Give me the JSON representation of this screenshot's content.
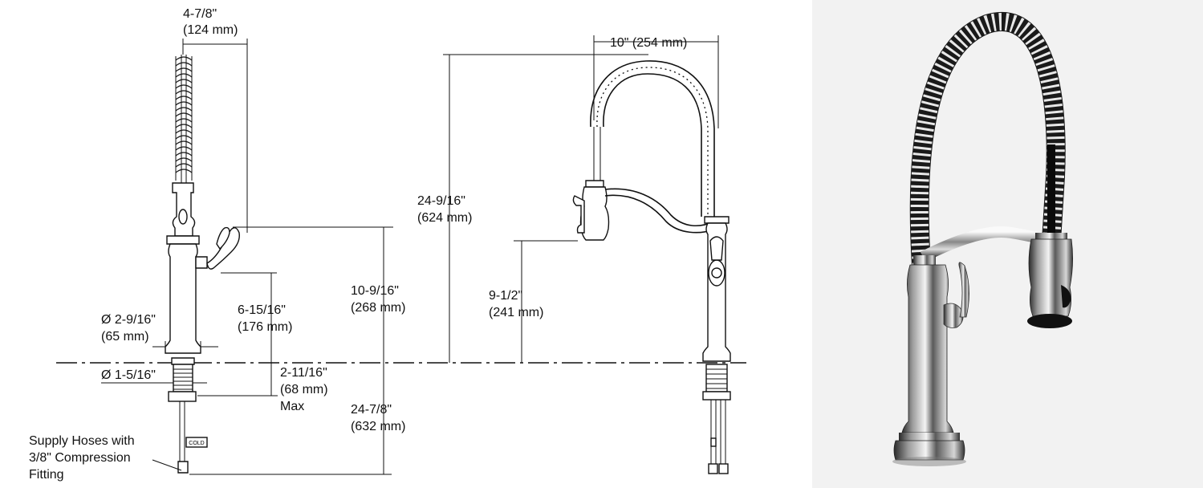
{
  "dimensions": {
    "spout_offset": {
      "in": "4-7/8\"",
      "mm": "(124 mm)"
    },
    "spout_reach": "10\" (254 mm)",
    "overall_height": {
      "in": "24-9/16\"",
      "mm": "(624 mm)"
    },
    "spout_height": {
      "in": "10-9/16\"",
      "mm": "(268 mm)"
    },
    "handle_height": {
      "in": "6-15/16\"",
      "mm": "(176 mm)"
    },
    "base_diameter": {
      "in": "Ø 2-9/16\"",
      "mm": "(65 mm)"
    },
    "shank_diameter": "Ø 1-5/16\"",
    "deck_thickness": {
      "in": "2-11/16\"",
      "mm": "(68 mm)",
      "note": "Max"
    },
    "hose_length": {
      "in": "24-7/8\"",
      "mm": "(632 mm)"
    },
    "sprayhead_clearance": {
      "in": "9-1/2\"",
      "mm": "(241 mm)"
    }
  },
  "supply_note": [
    "Supply Hoses with",
    "3/8\" Compression",
    "Fitting"
  ],
  "hose_tag": "COLD",
  "colors": {
    "line": "#111111",
    "photo_bg": "#f2f2f2",
    "chrome_dark": "#1a1a1a",
    "chrome_light": "#e8e8e8"
  }
}
